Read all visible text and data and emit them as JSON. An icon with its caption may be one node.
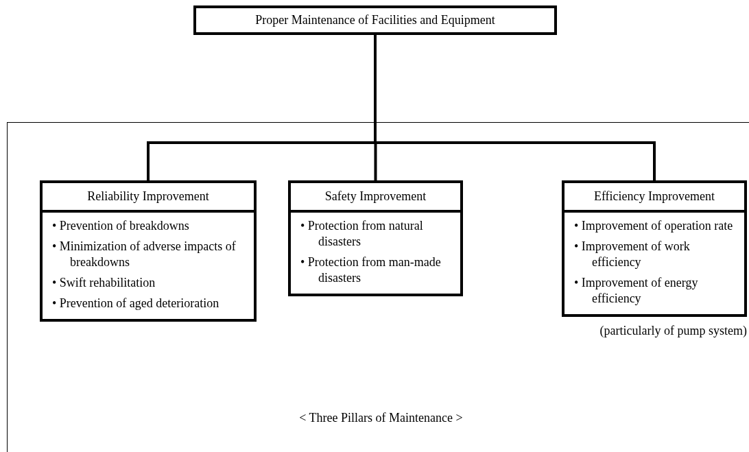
{
  "diagram": {
    "nodes": [
      {
        "text": [
          "Proper Maintenance of Facilities and Equipment"
        ]
      },
      {
        "text": [
          "< Three Pillars of Maintenance >"
        ]
      },
      {
        "text": [
          "Reliability Improvement",
          "• Prevention of breakdowns",
          "• Minimization of adverse impacts of breakdowns",
          "• Swift rehabilitation",
          "• Prevention of aged deterioration"
        ],
        "in": 1
      },
      {
        "text": [
          "Safety Improvement",
          "• Protection from natural disasters",
          "• Protection from man-made disasters"
        ],
        "in": 1
      },
      {
        "text": [
          "Efficiency Improvement",
          "• Improvement of operation rate",
          "• Improvement of work efficiency",
          "• Improvement of energy efficiency"
        ],
        "in": 1,
        "beside": [
          "(particularly of pump system)"
        ]
      }
    ],
    "edges": [
      {
        "from": 0,
        "to": 2,
        "arrow": "none"
      },
      {
        "from": 0,
        "to": 3,
        "arrow": "none"
      },
      {
        "from": 0,
        "to": 4,
        "arrow": "none"
      }
    ]
  }
}
